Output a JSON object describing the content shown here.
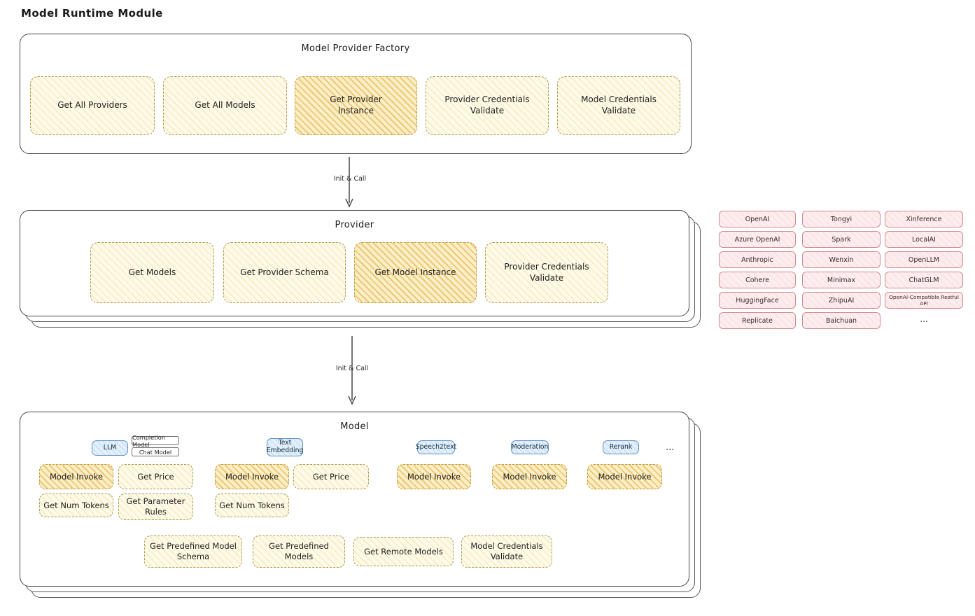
{
  "page": {
    "title": "Model Runtime Module"
  },
  "arrows": {
    "arrow1_label": "Init & Call",
    "arrow2_label": "Init & Call"
  },
  "factory": {
    "title": "Model Provider Factory",
    "items": [
      {
        "label": "Get All Providers"
      },
      {
        "label": "Get All Models"
      },
      {
        "label": "Get Provider\nInstance"
      },
      {
        "label": "Provider Credentials\nValidate"
      },
      {
        "label": "Model Credentials\nValidate"
      }
    ]
  },
  "provider": {
    "title": "Provider",
    "items": [
      {
        "label": "Get Models"
      },
      {
        "label": "Get Provider Schema"
      },
      {
        "label": "Get Model Instance"
      },
      {
        "label": "Provider Credentials\nValidate"
      }
    ]
  },
  "providers_grid": {
    "columns": [
      [
        "OpenAI",
        "Azure OpenAI",
        "Anthropic",
        "Cohere",
        "HuggingFace",
        "Replicate"
      ],
      [
        "Tongyi",
        "Spark",
        "Wenxin",
        "Minimax",
        "ZhipuAI",
        "Baichuan"
      ],
      [
        "Xinference",
        "LocalAI",
        "OpenLLM",
        "ChatGLM",
        "OpenAI-Compatible Restful API"
      ]
    ],
    "more_label": "..."
  },
  "model": {
    "title": "Model",
    "tags": {
      "llm": "LLM",
      "completion_model": "Completion Model",
      "chat_model": "Chat Model",
      "text_embedding": "Text\nEmbedding",
      "speech2text": "Speech2text",
      "moderation": "Moderation",
      "rerank": "Rerank",
      "more": "..."
    },
    "llm_ops": [
      "Model Invoke",
      "Get Price",
      "Get Num Tokens",
      "Get Parameter\nRules"
    ],
    "embedding_ops": [
      "Model Invoke",
      "Get Price",
      "Get Num Tokens"
    ],
    "speech2text_ops": [
      "Model Invoke"
    ],
    "moderation_ops": [
      "Model Invoke"
    ],
    "rerank_ops": [
      "Model Invoke"
    ],
    "common_ops": [
      "Get Predefined Model\nSchema",
      "Get Predefined\nModels",
      "Get Remote Models",
      "Model Credentials\nValidate"
    ]
  }
}
